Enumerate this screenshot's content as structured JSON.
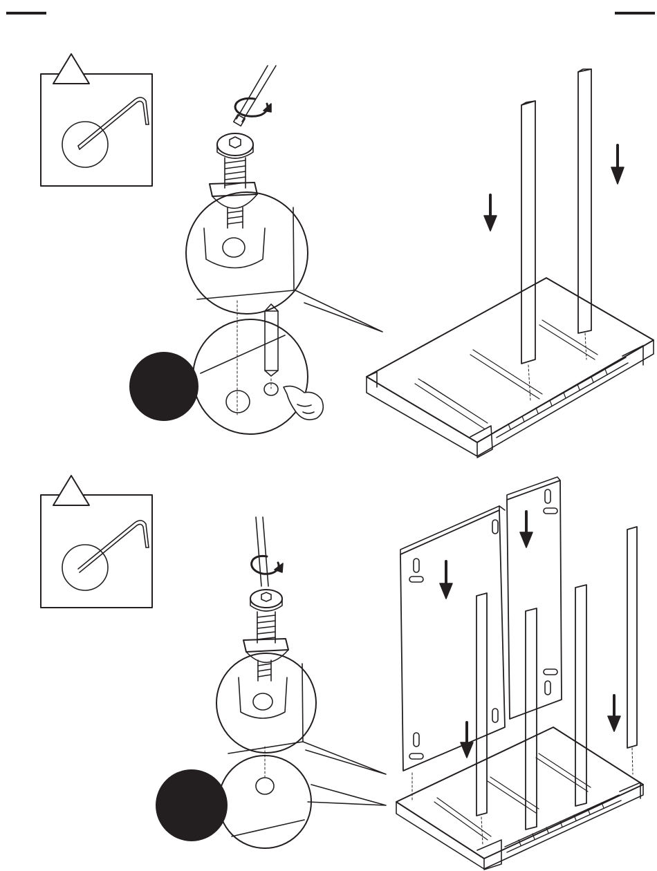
{
  "page": {
    "kind": "wordless assembly instruction sheet",
    "ink_color": "#231f20",
    "background_color": "#ffffff"
  },
  "steps": [
    {
      "tool_icon": "hex-key-icon",
      "warning_icon": "warning-triangle-icon",
      "parts": [
        "hex-bolt",
        "wedge-washer",
        "wooden-dowel",
        "two-legs",
        "base-panel-with-drawer-runners"
      ],
      "motions": [
        "clockwise-rotation",
        "insert-down"
      ]
    },
    {
      "tool_icon": "hex-key-icon",
      "warning_icon": "warning-triangle-icon",
      "parts": [
        "hex-bolt",
        "wedge-washer",
        "two-side-panels",
        "four-legs",
        "base-panel-with-drawer-runners"
      ],
      "motions": [
        "clockwise-rotation",
        "insert-down"
      ]
    }
  ]
}
